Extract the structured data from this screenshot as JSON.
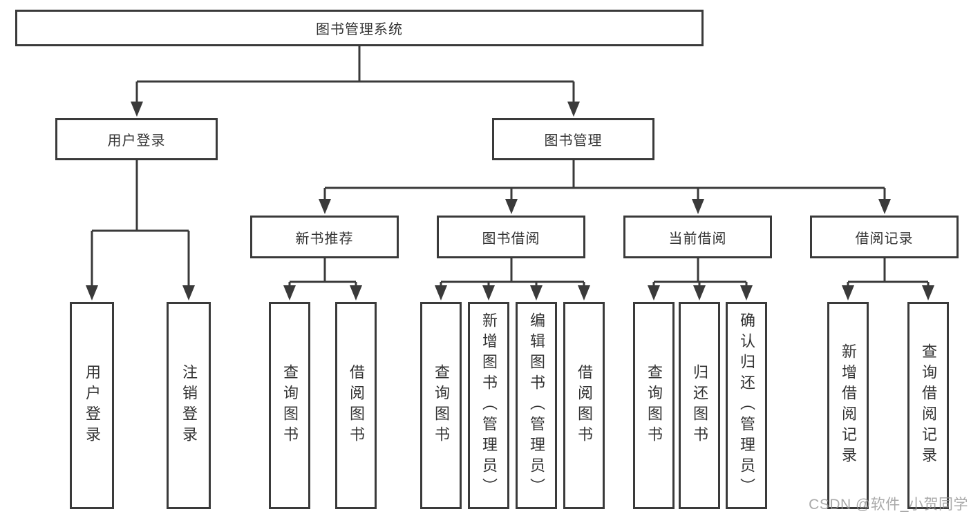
{
  "diagram": {
    "root": {
      "label": "图书管理系统"
    },
    "level2": [
      {
        "label": "用户登录"
      },
      {
        "label": "图书管理"
      }
    ],
    "level3": [
      {
        "label": "新书推荐"
      },
      {
        "label": "图书借阅"
      },
      {
        "label": "当前借阅"
      },
      {
        "label": "借阅记录"
      }
    ],
    "leaves": {
      "user_login": [
        "用户登录",
        "注销登录"
      ],
      "new_book": [
        "查询图书",
        "借阅图书"
      ],
      "book_borrow": [
        "查询图书",
        "新增图书（管理员）",
        "编辑图书（管理员）",
        "借阅图书"
      ],
      "current_borrow": [
        "查询图书",
        "归还图书",
        "确认归还（管理员）"
      ],
      "borrow_records": [
        "新增借阅记录",
        "查询借阅记录"
      ]
    }
  },
  "watermark": "CSDN @软件_小贺同学",
  "colors": {
    "line": "#3a3a3a",
    "box_border": "#3a3a3a",
    "box_fill": "#ffffff",
    "text": "#333333",
    "watermark": "#949494"
  }
}
